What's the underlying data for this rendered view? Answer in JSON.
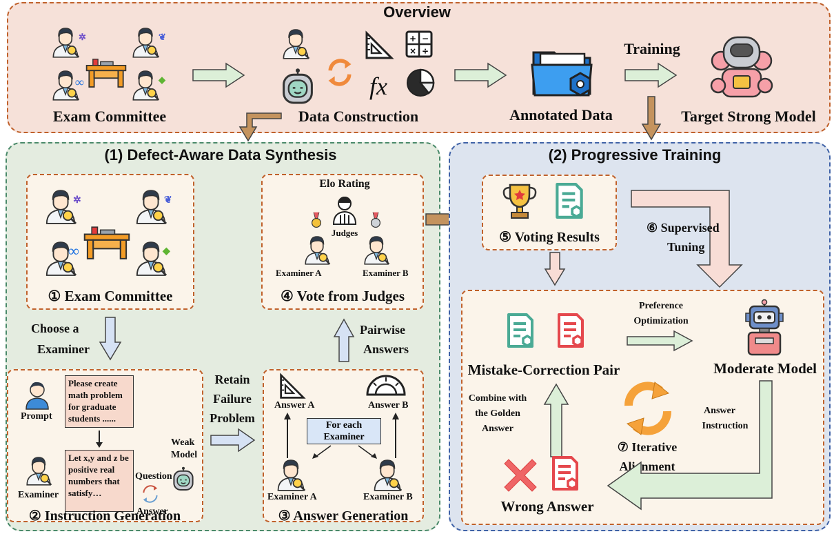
{
  "overview": {
    "title": "Overview",
    "exam_committee": "Exam Committee",
    "data_construction": "Data Construction",
    "annotated_data": "Annotated Data",
    "training": "Training",
    "target_model": "Target Strong Model"
  },
  "synthesis": {
    "title": "(1) Defect-Aware Data Synthesis",
    "exam_committee": "① Exam Committee",
    "choose_examiner": [
      "Choose a",
      "Examiner"
    ],
    "prompt_label": "Prompt",
    "prompt_text": "Please create math problem for graduate students ......",
    "question_text": "Let x,y and z be positive real numbers that satisfy…",
    "question_label": "Question",
    "answer_label": "Answer",
    "examiner_label": "Examiner",
    "weak_model": [
      "Weak",
      "Model"
    ],
    "instruction_generation": "② Instruction Generation",
    "retain_failure": [
      "Retain",
      "Failure",
      "Problem"
    ],
    "answer_a": "Answer A",
    "answer_b": "Answer B",
    "for_each": [
      "For each",
      "Examiner"
    ],
    "examiner_a": "Examiner A",
    "examiner_b": "Examiner B",
    "answer_generation": "③ Answer Generation",
    "pairwise": [
      "Pairwise",
      "Answers"
    ],
    "elo_rating": "Elo Rating",
    "judges": "Judges",
    "vote": "④ Vote from Judges"
  },
  "training": {
    "title": "(2) Progressive Training",
    "voting_results": "⑤ Voting Results",
    "supervised": [
      "⑥ Supervised",
      "Tuning"
    ],
    "preference": [
      "Preference",
      "Optimization"
    ],
    "mistake_pair": "Mistake-Correction Pair",
    "moderate_model": "Moderate Model",
    "combine": [
      "Combine with",
      "the Golden",
      "Answer"
    ],
    "answer_instruction": [
      "Answer",
      "Instruction"
    ],
    "iterative": [
      "⑦ Iterative",
      "Alignment"
    ],
    "wrong_answer": "Wrong Answer"
  },
  "colors": {
    "overview_bg": "#f6e1d9",
    "synthesis_bg": "#e4ece0",
    "training_bg": "#dde4ef",
    "accent_orange": "#c0612b",
    "arrow_green": "#dcefd8",
    "arrow_blue": "#d6e2f4",
    "arrow_pink": "#f8ddd6",
    "arrow_brown": "#c4935e",
    "doc_green": "#4aaa95",
    "doc_red": "#e5484d"
  },
  "icons": [
    "examiner-icon",
    "desk-icon",
    "robot-icon",
    "cycle-icon",
    "ruler-icon",
    "calculator-icon",
    "function-icon",
    "pie-icon",
    "folder-icon",
    "trophy-icon",
    "document-icon",
    "cross-icon",
    "medal-icon",
    "judge-icon",
    "protractor-icon",
    "person-icon"
  ]
}
